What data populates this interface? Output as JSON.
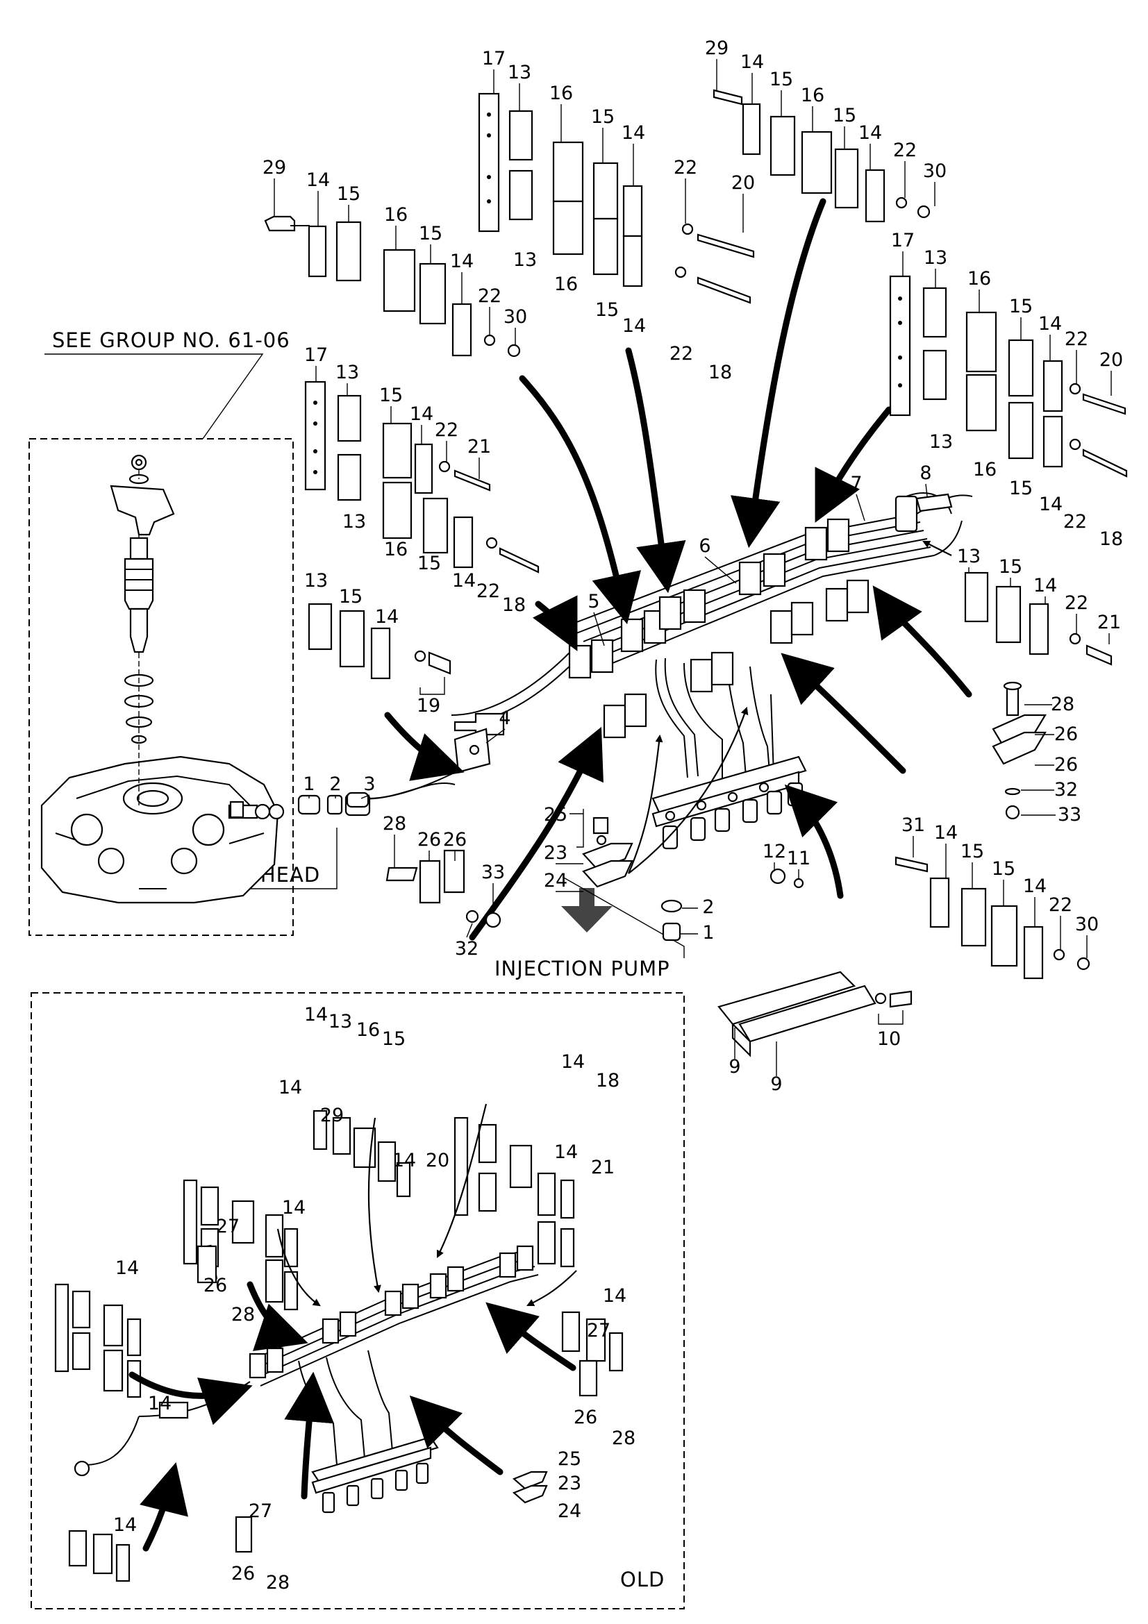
{
  "captions": {
    "see_group": "SEE GROUP NO. 61-06",
    "cylinder_head": "CYLINDER HEAD",
    "injection_pump": "INJECTION PUMP",
    "old": "OLD"
  },
  "callouts": {
    "c1": "1",
    "c2": "2",
    "c3": "3",
    "c4": "4",
    "c5": "5",
    "c6": "6",
    "c7": "7",
    "c8": "8",
    "c9": "9",
    "c10": "10",
    "c11": "11",
    "c12": "12",
    "c13": "13",
    "c14": "14",
    "c15": "15",
    "c16": "16",
    "c17": "17",
    "c18": "18",
    "c19": "19",
    "c20": "20",
    "c21": "21",
    "c22": "22",
    "c23": "23",
    "c24": "24",
    "c25": "25",
    "c26": "26",
    "c27": "27",
    "c28": "28",
    "c29": "29",
    "c30": "30",
    "c31": "31",
    "c32": "32",
    "c33": "33"
  }
}
